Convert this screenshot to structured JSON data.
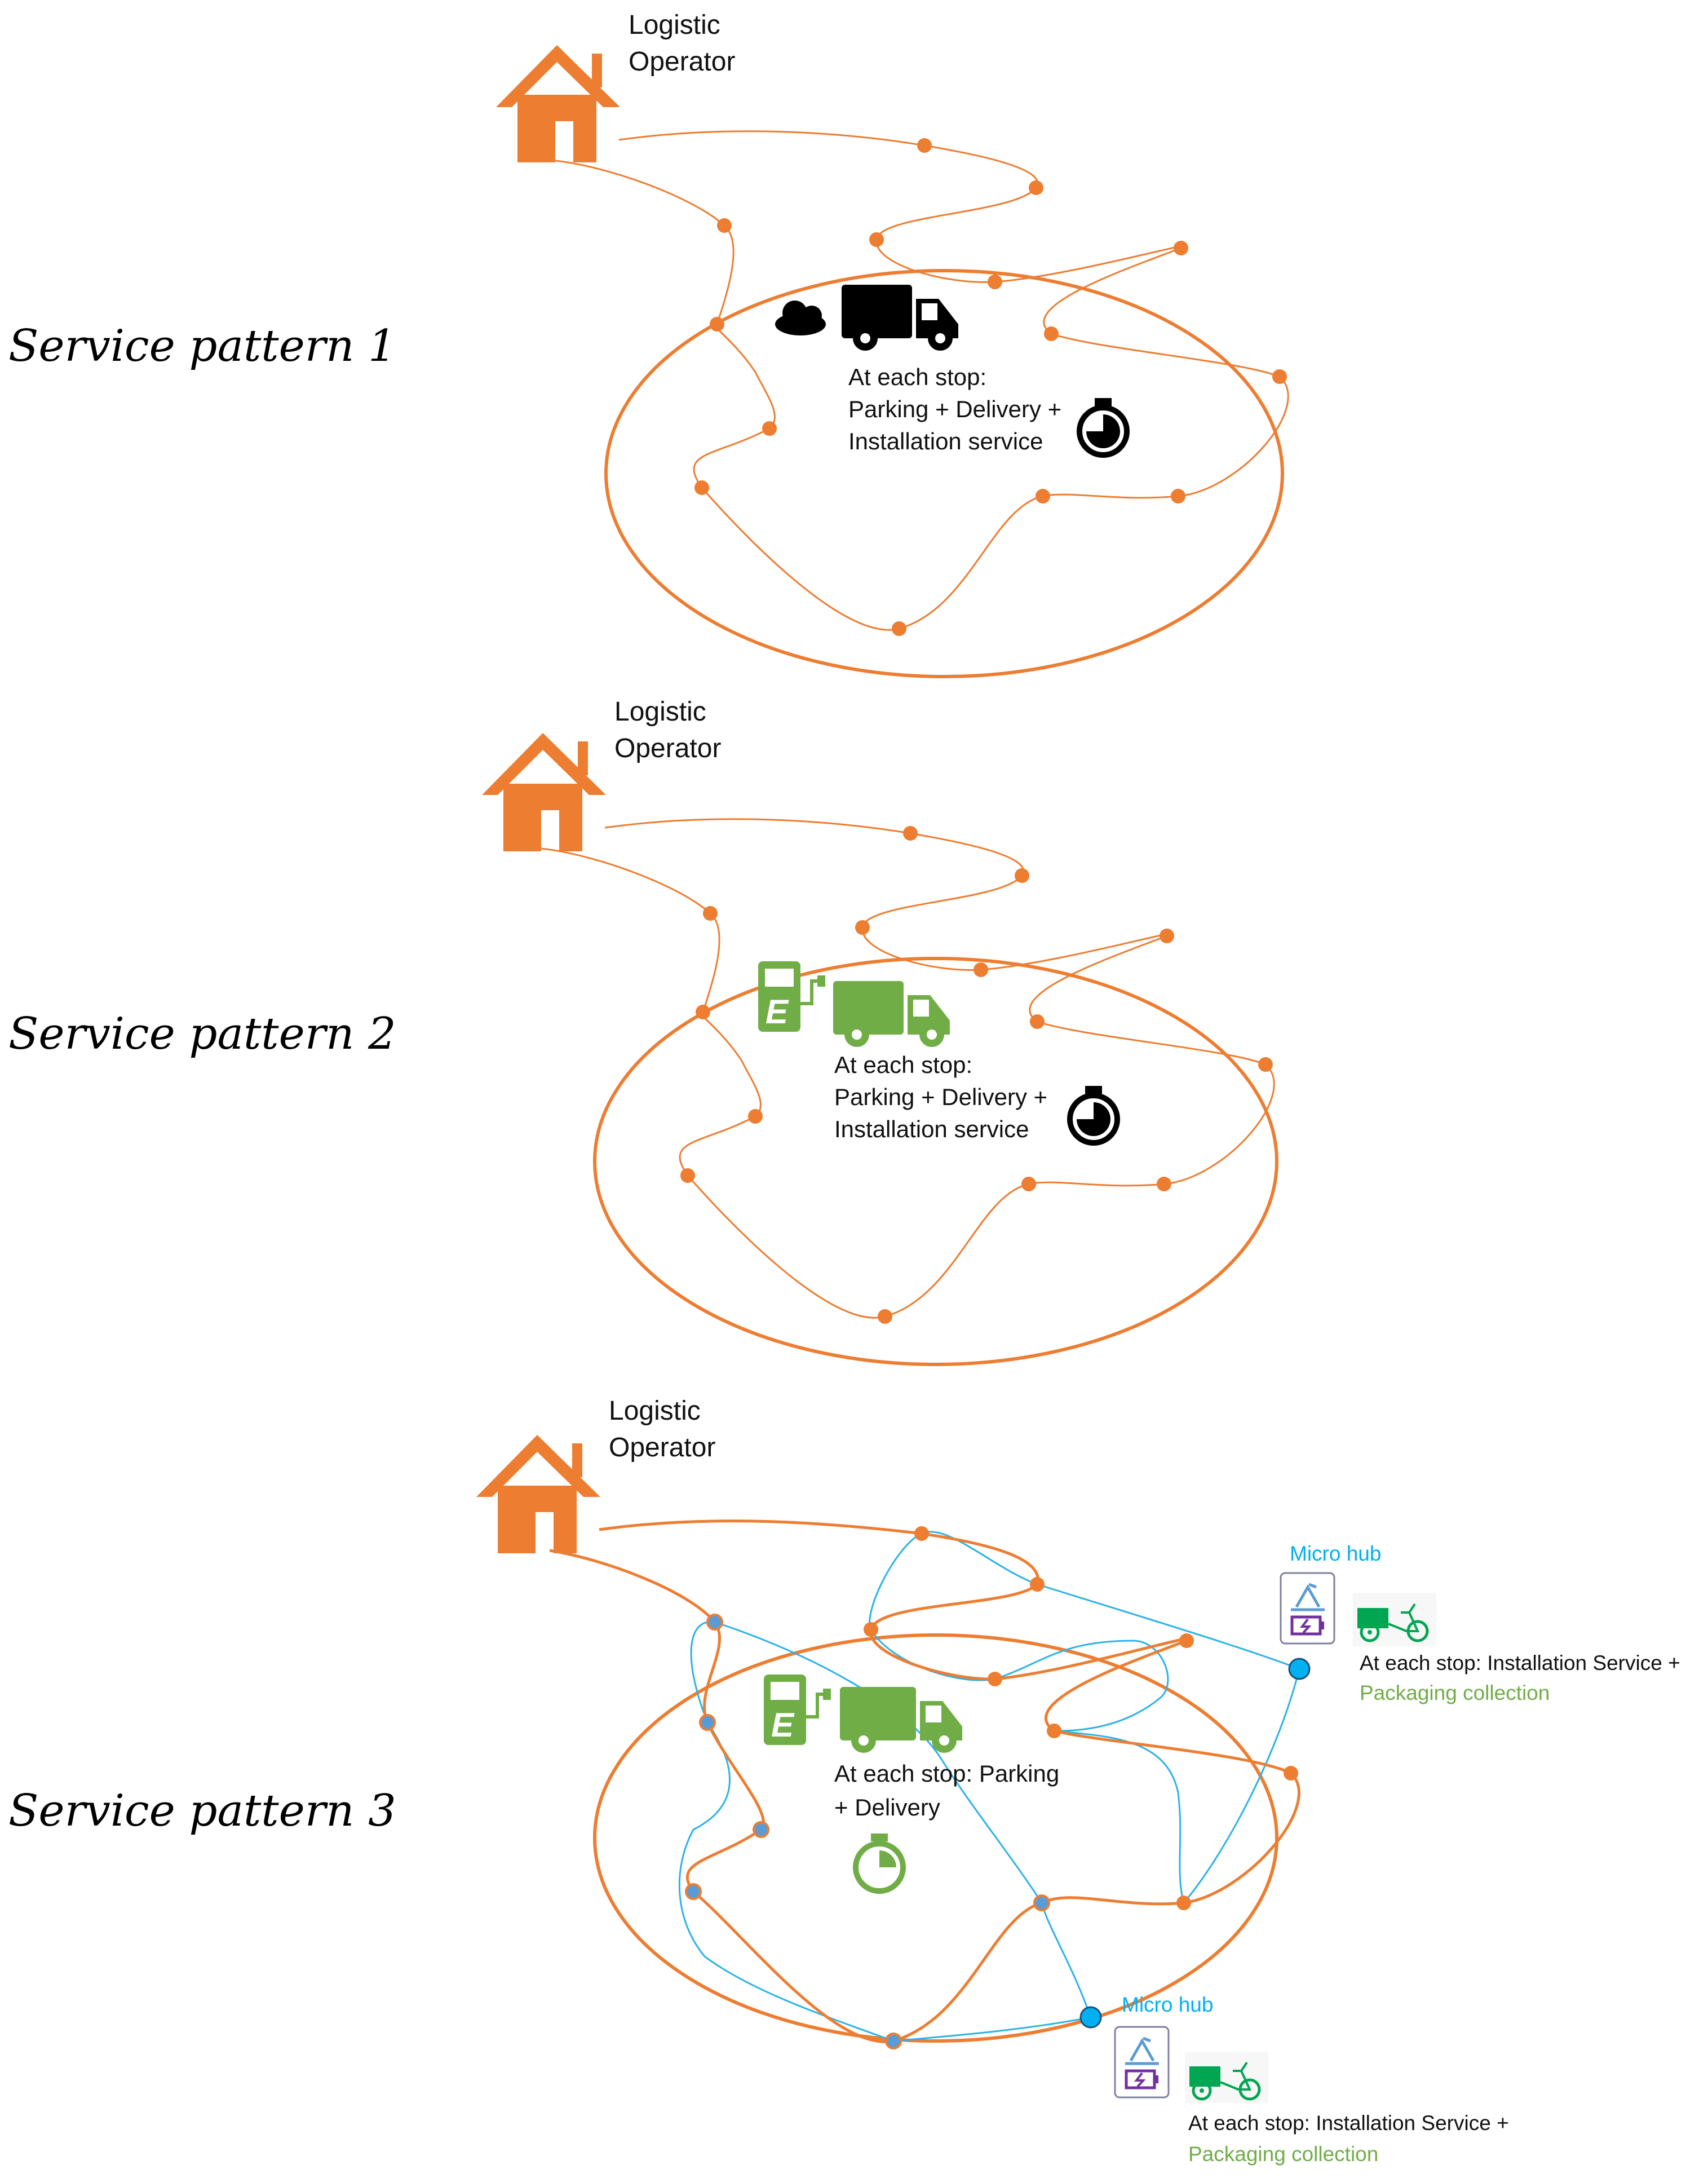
{
  "colors": {
    "orange": "#ED7D31",
    "blue": "#2BB3E6",
    "green": "#70AD47",
    "hub_blue": "#00B0F0",
    "stop_blue": "#5B9BD5",
    "black": "#000000",
    "purple": "#7030A0"
  },
  "patterns": [
    {
      "label": "Service pattern 1",
      "operator_line1": "Logistic",
      "operator_line2": "Operator",
      "vehicle_icon": "diesel-truck-icon",
      "emission_icon": "exhaust-cloud-icon",
      "timer_icon": "stopwatch-icon-long",
      "stop_text": [
        "At each stop:",
        "Parking + Delivery +",
        "Installation service"
      ]
    },
    {
      "label": "Service pattern 2",
      "operator_line1": "Logistic",
      "operator_line2": "Operator",
      "vehicle_icon": "electric-truck-icon",
      "emission_icon": "charging-station-icon",
      "timer_icon": "stopwatch-icon-long",
      "stop_text": [
        "At each stop:",
        "Parking + Delivery +",
        "Installation service"
      ]
    },
    {
      "label": "Service pattern 3",
      "operator_line1": "Logistic",
      "operator_line2": "Operator",
      "vehicle_icon": "electric-truck-icon",
      "emission_icon": "charging-station-icon",
      "timer_icon": "stopwatch-icon-short",
      "stop_text": [
        "At each stop: Parking",
        "+ Delivery"
      ],
      "micro_hubs": [
        {
          "label": "Micro hub",
          "stop_text": "At each stop: Installation Service +",
          "highlight_text": "Packaging collection",
          "icons": [
            "recycle-icon",
            "battery-charging-icon",
            "cargo-bike-icon"
          ]
        },
        {
          "label": "Micro hub",
          "stop_text": "At each stop: Installation Service +",
          "highlight_text": "Packaging collection",
          "icons": [
            "recycle-icon",
            "battery-charging-icon",
            "cargo-bike-icon"
          ]
        }
      ]
    }
  ]
}
